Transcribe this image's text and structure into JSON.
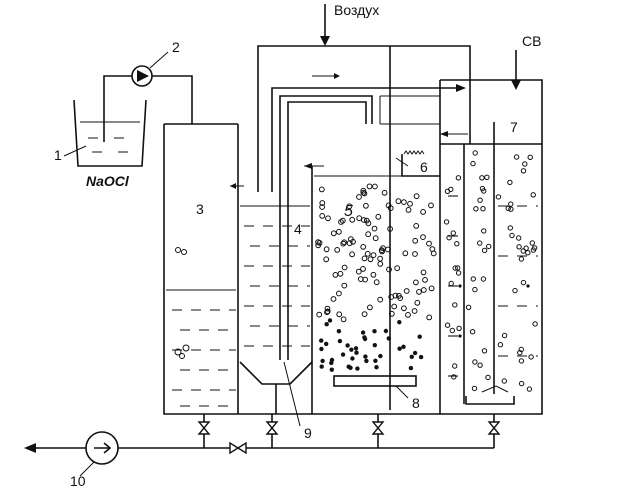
{
  "labels": {
    "air": "Воздух",
    "treated_water": "СВ",
    "reagent": "NaOCl",
    "n1": "1",
    "n2": "2",
    "n3": "3",
    "n4": "4",
    "n5": "5",
    "n6": "6",
    "n7": "7",
    "n8": "8",
    "n9": "9",
    "n10": "10"
  }
}
